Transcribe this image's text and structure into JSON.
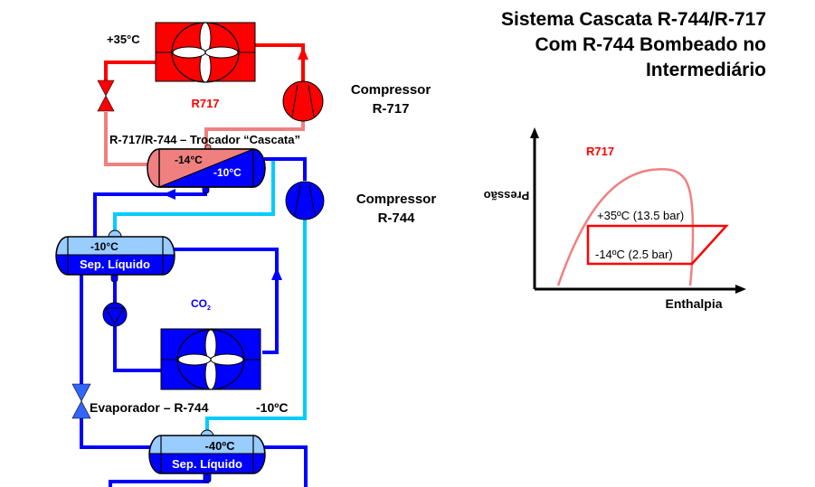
{
  "title": {
    "line1": "Sistema Cascata R-744/R-717",
    "line2": "Com R-744 Bombeado no",
    "line3": "Intermediário"
  },
  "colors": {
    "r717_hot": "#ff0000",
    "r717_cold": "#f08080",
    "r744_liquid": "#0000ff",
    "r744_vapor": "#00ccff",
    "separator_top": "#99ccff"
  },
  "schematic": {
    "condenser": {
      "temperature": "+35°C",
      "refrigerant": "R717"
    },
    "compressor_r717": {
      "line1": "Compressor",
      "line2": "R-717"
    },
    "cascade_exchanger": {
      "label": "R-717/R-744 – Trocador “Cascata”",
      "hot_side_temp": "-14°C",
      "cold_side_temp": "-10°C"
    },
    "compressor_r744": {
      "line1": "Compressor",
      "line2": "R-744"
    },
    "separator_intermediate": {
      "temperature": "-10°C",
      "label": "Sep. Líquido"
    },
    "co2_label": {
      "main": "CO",
      "sub": "2"
    },
    "evaporator": {
      "label": "Evaporador – R-744",
      "temperature": "-10ºC"
    },
    "separator_low": {
      "temperature": "-40ºC",
      "label": "Sep. Líquido"
    }
  },
  "ph_diagram": {
    "refrigerant": "R717",
    "y_axis_label": "Pressão",
    "x_axis_label": "Enthalpia",
    "high_pressure_label": "+35ºC (13.5 bar)",
    "low_pressure_label": "-14ºC (2.5 bar)"
  }
}
